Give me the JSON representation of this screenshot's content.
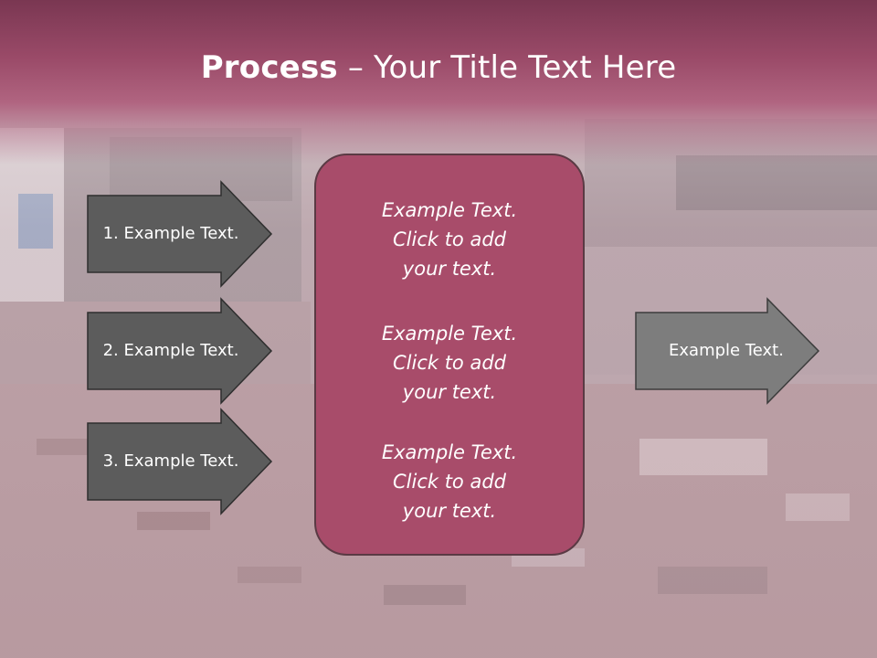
{
  "slide": {
    "title_bold": "Process",
    "title_rest": " – Your Title Text Here"
  },
  "left_arrows": [
    {
      "label": "1. Example Text."
    },
    {
      "label": "2. Example Text."
    },
    {
      "label": "3. Example Text."
    }
  ],
  "right_arrow": {
    "label": "Example Text."
  },
  "center_box": {
    "paragraphs": [
      {
        "line1": "Example Text.",
        "line2": "Click  to add",
        "line3": "your text."
      },
      {
        "line1": "Example Text.",
        "line2": "Click  to add",
        "line3": "your text."
      },
      {
        "line1": "Example Text.",
        "line2": "Click  to add",
        "line3": "your text."
      }
    ]
  },
  "colors": {
    "header": "#9a4a68",
    "center_box": "#a84c6a",
    "dark_arrow": "#5a5a5a",
    "light_arrow": "#7d7d7d"
  }
}
